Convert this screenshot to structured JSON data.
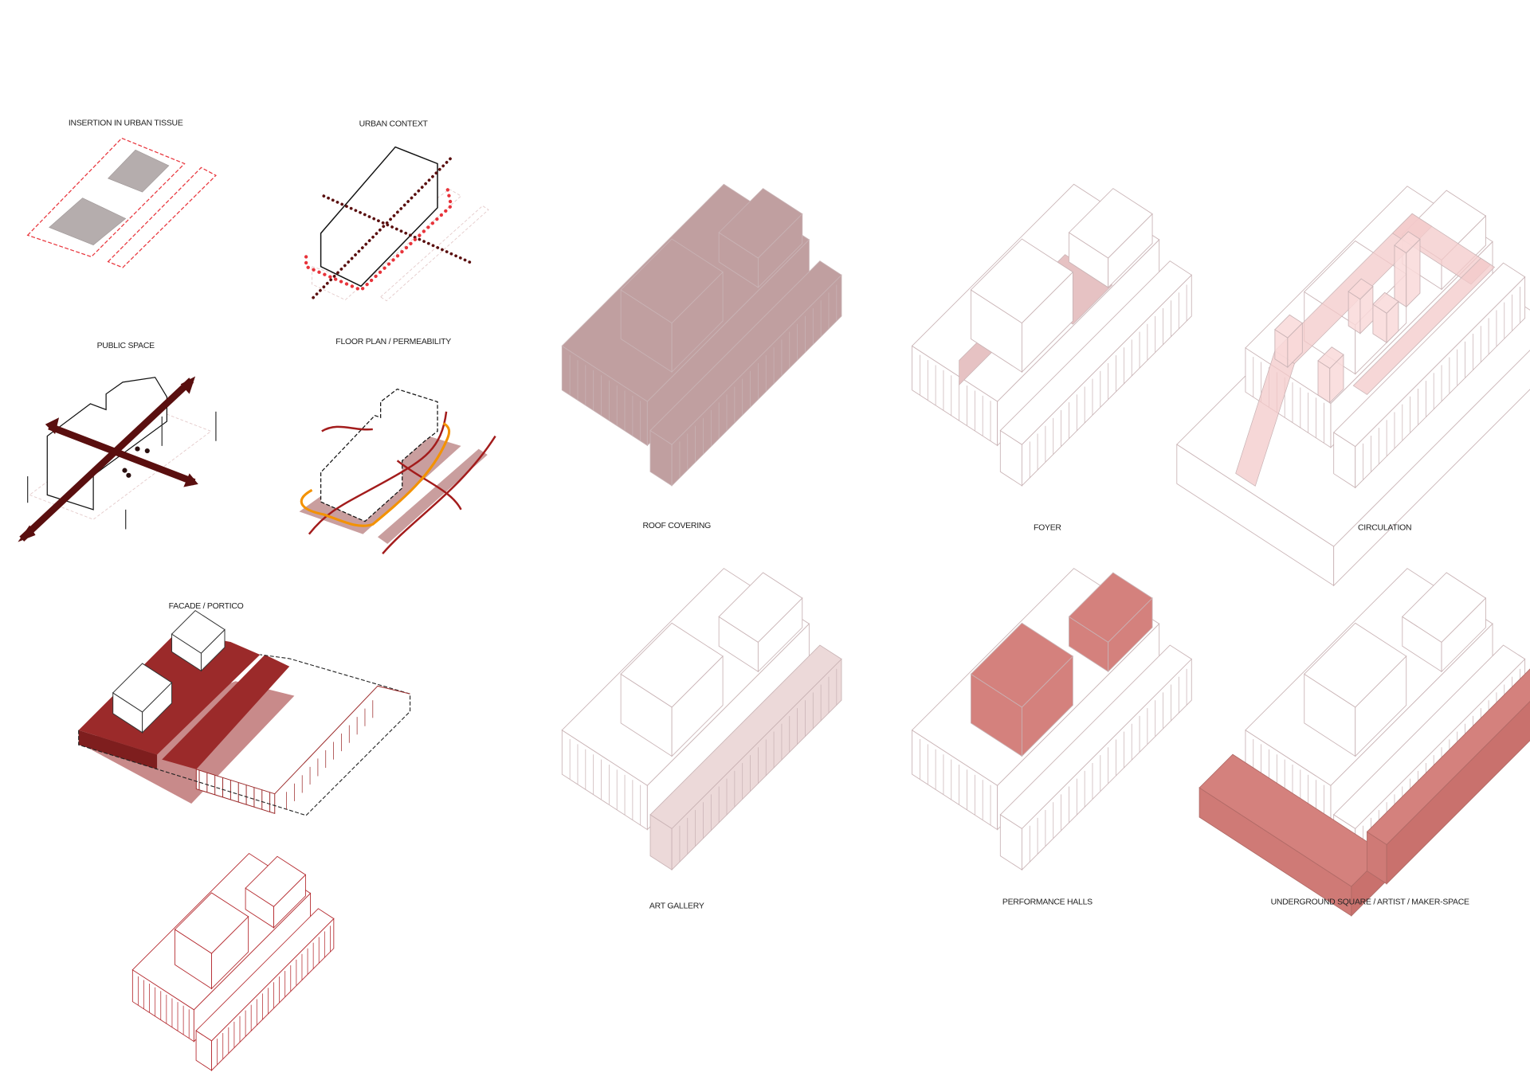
{
  "sheet": {
    "labels": {
      "insertion": "INSERTION IN URBAN TISSUE",
      "urban_context": "URBAN CONTEXT",
      "public_space": "PUBLIC SPACE",
      "floor_plan": "FLOOR PLAN / PERMEABILITY",
      "facade": "FACADE / PORTICO",
      "roof": "ROOF COVERING",
      "foyer": "FOYER",
      "circulation": "CIRCULATION",
      "art_gallery": "ART GALLERY",
      "performance": "PERFORMANCE HALLS",
      "underground": "UNDERGROUND SQUARE / ARTIST / MAKER-SPACE"
    }
  },
  "colors": {
    "outline": "#c9b3b5",
    "roof": "#c09fa0",
    "foyer": "#e6c2c3",
    "circulation": "#f3c9c9",
    "gallery": "#ecd9d9",
    "halls": "#d4817d",
    "underground": "#d4817d",
    "facade_red": "#9b2a2a",
    "dark_maroon": "#5a0f0f",
    "dashed_red": "#e8333a",
    "orange": "#f39200",
    "grey_block": "#b5adad",
    "mauve_slab": "#c08d8d"
  }
}
